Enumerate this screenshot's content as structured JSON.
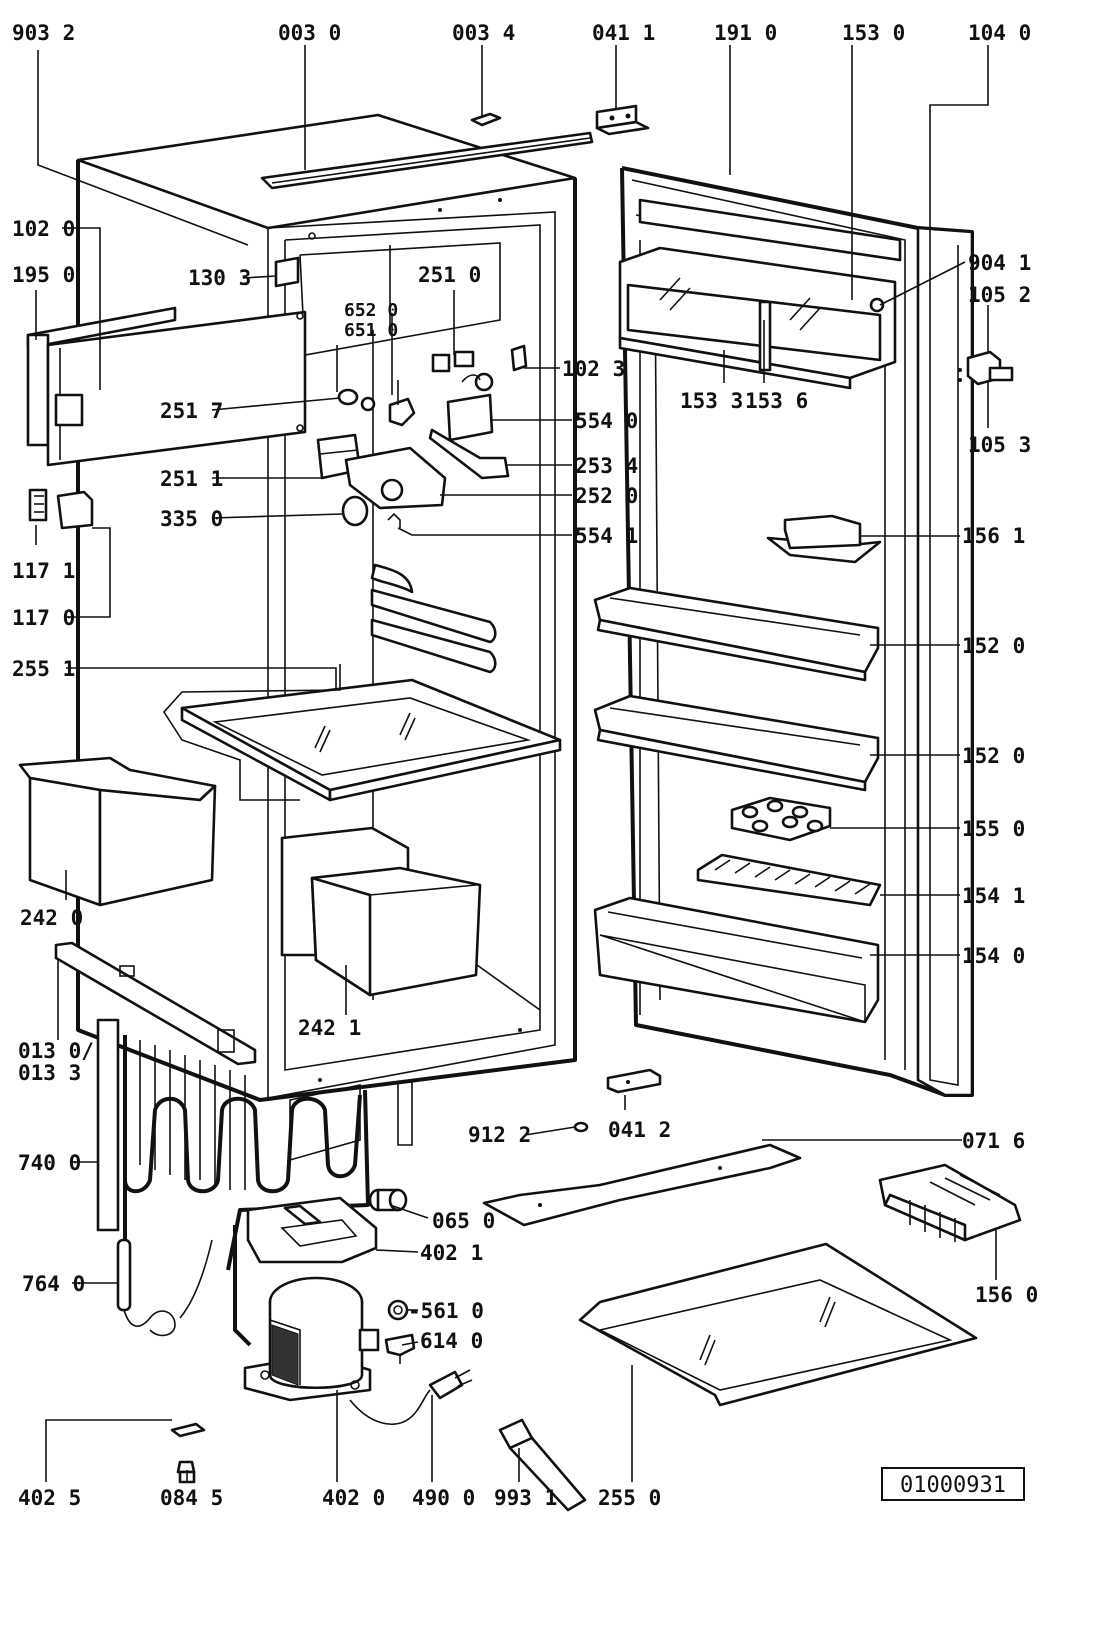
{
  "labels": {
    "l9032": "903 2",
    "l0030": "003 0",
    "l0034": "003 4",
    "l0411": "041 1",
    "l1910": "191 0",
    "l1530": "153 0",
    "l1040": "104 0",
    "l1020": "102 0",
    "l1950": "195 0",
    "l1303": "130 3",
    "l2510": "251 0",
    "l6520": "652 0",
    "l6510": "651 0",
    "l1023": "102 3",
    "l9041": "904 1",
    "l1052": "105 2",
    "l1053": "105 3",
    "l1533": "153 3",
    "l1536": "153 6",
    "l2517": "251 7",
    "l5540": "554 0",
    "l2534": "253 4",
    "l2511": "251 1",
    "l2520": "252 0",
    "l3350": "335 0",
    "l5541": "554 1",
    "l1561": "156 1",
    "l1171": "117 1",
    "l1170": "117 0",
    "l2551": "255 1",
    "l1520a": "152 0",
    "l1520b": "152 0",
    "l1550": "155 0",
    "l1541": "154 1",
    "l1540": "154 0",
    "l2420": "242 0",
    "l2421": "242 1",
    "l0130": "013 0/",
    "l0133": "013 3",
    "l0412": "041 2",
    "l9122": "912 2",
    "l0716": "071 6",
    "l7400": "740 0",
    "l0650": "065 0",
    "l4021": "402 1",
    "l1560": "156 0",
    "l7640": "764 0",
    "l5610": "-561 0",
    "l6140": "614 0",
    "l4025": "402 5",
    "l0845": "084 5",
    "l4020": "402 0",
    "l4900": "490 0",
    "l9931": "993 1",
    "l2550": "255 0"
  },
  "document_number": "01000931"
}
